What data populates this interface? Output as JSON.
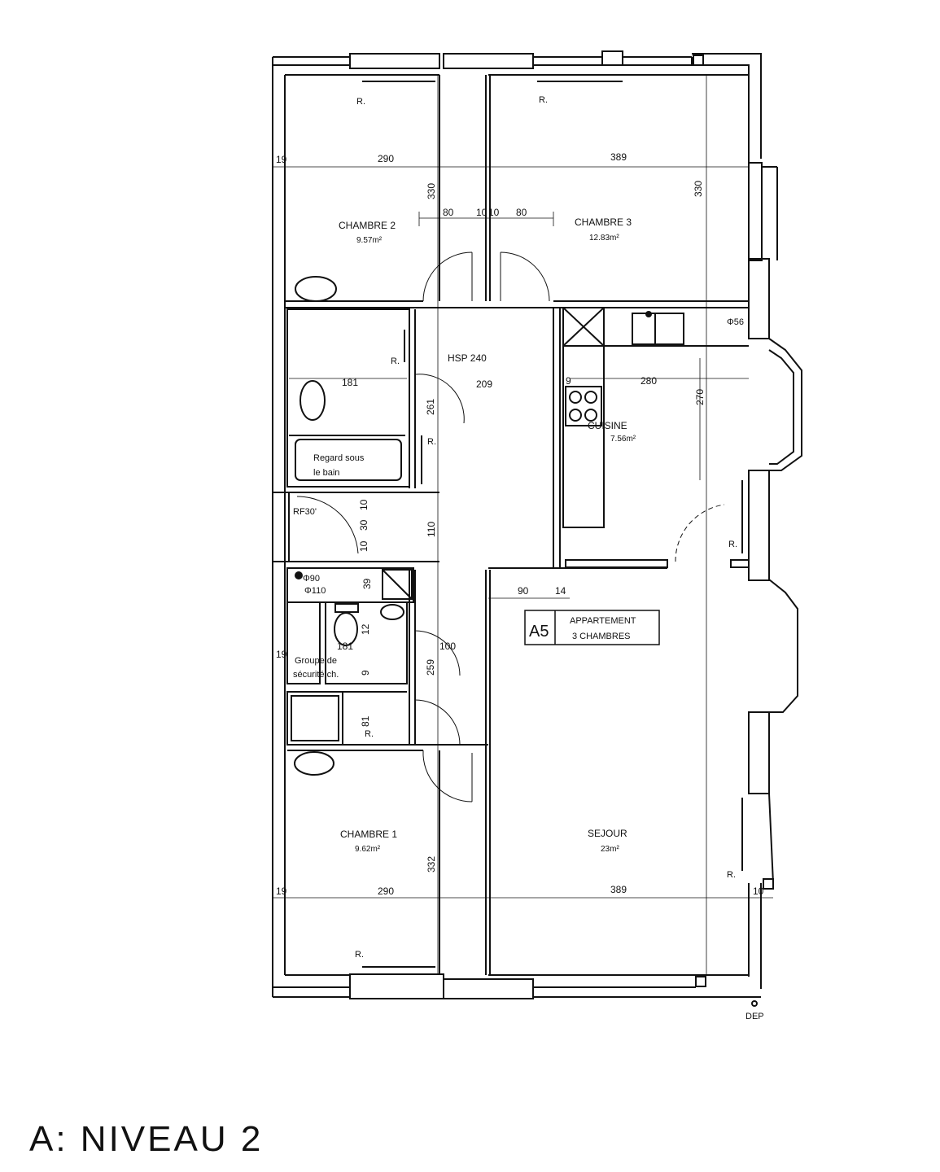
{
  "rooms": {
    "chambre2": {
      "name": "CHAMBRE  2",
      "area": "9.57m²"
    },
    "chambre3": {
      "name": "CHAMBRE  3",
      "area": "12.83m²"
    },
    "cuisine": {
      "name": "CUISINE",
      "area": "7.56m²"
    },
    "chambre1": {
      "name": "CHAMBRE  1",
      "area": "9.62m²"
    },
    "sejour": {
      "name": "SEJOUR",
      "area": "23m²"
    },
    "hsp": "HSP  240",
    "rf30": "RF30'",
    "regard": [
      "Regard  sous",
      "le  bain"
    ],
    "groupe": [
      "Groupe  de",
      "sécurité  ch."
    ],
    "appartement": {
      "code": "A5",
      "line1": "APPARTEMENT",
      "line2": "3  CHAMBRES"
    }
  },
  "dimensions": {
    "d19a": "19",
    "d290a": "290",
    "d389a": "389",
    "d330a": "330",
    "d330b": "330",
    "d80a": "80",
    "d10a": "10",
    "d10b": "10",
    "d80b": "80",
    "d181a": "181",
    "d209": "209",
    "d261": "261",
    "d9a": "9",
    "d280": "280",
    "d270": "270",
    "d10c": "10",
    "d30": "30",
    "d10d": "10",
    "d110": "110",
    "d39": "39",
    "d90": "90",
    "d14": "14",
    "d181b": "181",
    "d12": "12",
    "d100": "100",
    "d259": "259",
    "d9b": "9",
    "d19b": "19",
    "d81": "81",
    "d332": "332",
    "d19c": "19",
    "d290b": "290",
    "d389b": "389",
    "d10e": "10"
  },
  "symbols": {
    "r": "R.",
    "phi56": "Φ56",
    "phi90": "Φ90",
    "phi110": "Φ110",
    "dep": "DEP"
  },
  "footer": {
    "title": "A:  NIVEAU  2"
  }
}
